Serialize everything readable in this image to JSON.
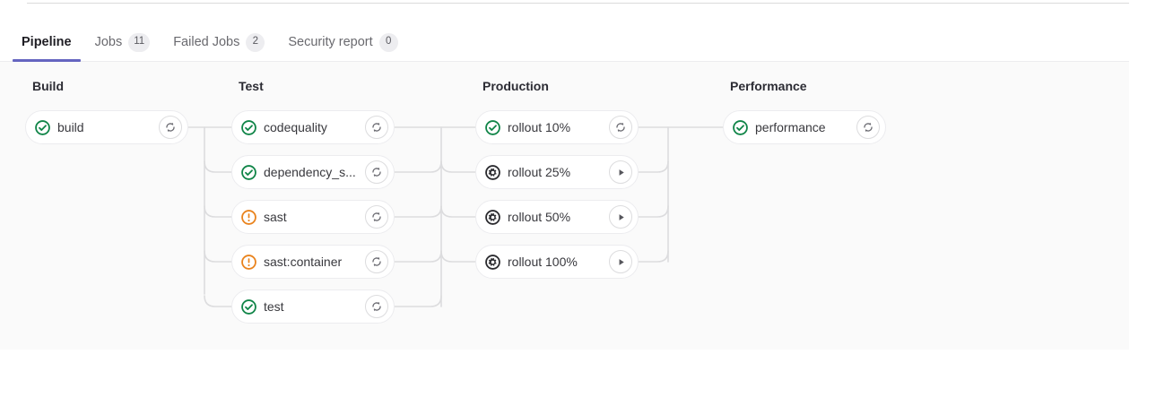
{
  "tabs": [
    {
      "label": "Pipeline",
      "badge": null,
      "active": true,
      "name": "tab-pipeline"
    },
    {
      "label": "Jobs",
      "badge": "11",
      "active": false,
      "name": "tab-jobs"
    },
    {
      "label": "Failed Jobs",
      "badge": "2",
      "active": false,
      "name": "tab-failed-jobs"
    },
    {
      "label": "Security report",
      "badge": "0",
      "active": false,
      "name": "tab-security-report"
    }
  ],
  "colors": {
    "active_tab_underline": "#6565c0",
    "success": "#108548",
    "warning": "#e9831d",
    "manual": "#2b2b2f",
    "canvas": "#fafafa",
    "card_border": "#ececef",
    "link": "#dcdcde"
  },
  "stages": [
    {
      "title": "Build",
      "jobs": [
        {
          "name": "build",
          "status": "success",
          "action": "retry"
        }
      ]
    },
    {
      "title": "Test",
      "jobs": [
        {
          "name": "codequality",
          "status": "success",
          "action": "retry"
        },
        {
          "name": "dependency_s...",
          "status": "success",
          "action": "retry"
        },
        {
          "name": "sast",
          "status": "warning",
          "action": "retry"
        },
        {
          "name": "sast:container",
          "status": "warning",
          "action": "retry"
        },
        {
          "name": "test",
          "status": "success",
          "action": "retry"
        }
      ]
    },
    {
      "title": "Production",
      "jobs": [
        {
          "name": "rollout 10%",
          "status": "success",
          "action": "retry"
        },
        {
          "name": "rollout 25%",
          "status": "manual",
          "action": "play"
        },
        {
          "name": "rollout 50%",
          "status": "manual",
          "action": "play"
        },
        {
          "name": "rollout 100%",
          "status": "manual",
          "action": "play"
        }
      ]
    },
    {
      "title": "Performance",
      "jobs": [
        {
          "name": "performance",
          "status": "success",
          "action": "retry"
        }
      ]
    }
  ],
  "icons": {
    "success": "status-success-icon",
    "warning": "status-warning-icon",
    "manual": "status-manual-icon",
    "retry": "retry-icon",
    "play": "play-icon"
  }
}
